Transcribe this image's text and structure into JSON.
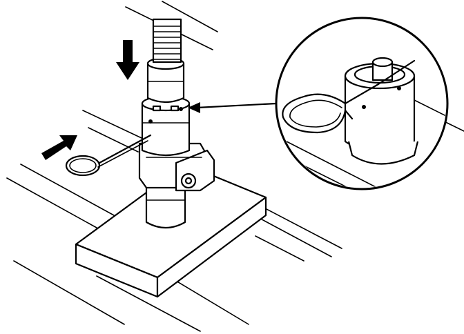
{
  "figure": {
    "kind": "technical-illustration",
    "ink_color": "#000000",
    "background_color": "#ffffff",
    "subject": {
      "assembly": "vertical-shaft-with-hose",
      "support": "rectangular-wooden-block-on-rails",
      "fastener": "ring-type-retaining-pin"
    },
    "detail_view": {
      "shape": "circle",
      "content": "retaining-pin-inserted-through-collar"
    },
    "arrows": [
      {
        "name": "push-down-arrow",
        "direction": "down"
      },
      {
        "name": "pull-pin-arrow",
        "direction": "up-right"
      },
      {
        "name": "leader-arrow",
        "direction": "left"
      }
    ]
  }
}
